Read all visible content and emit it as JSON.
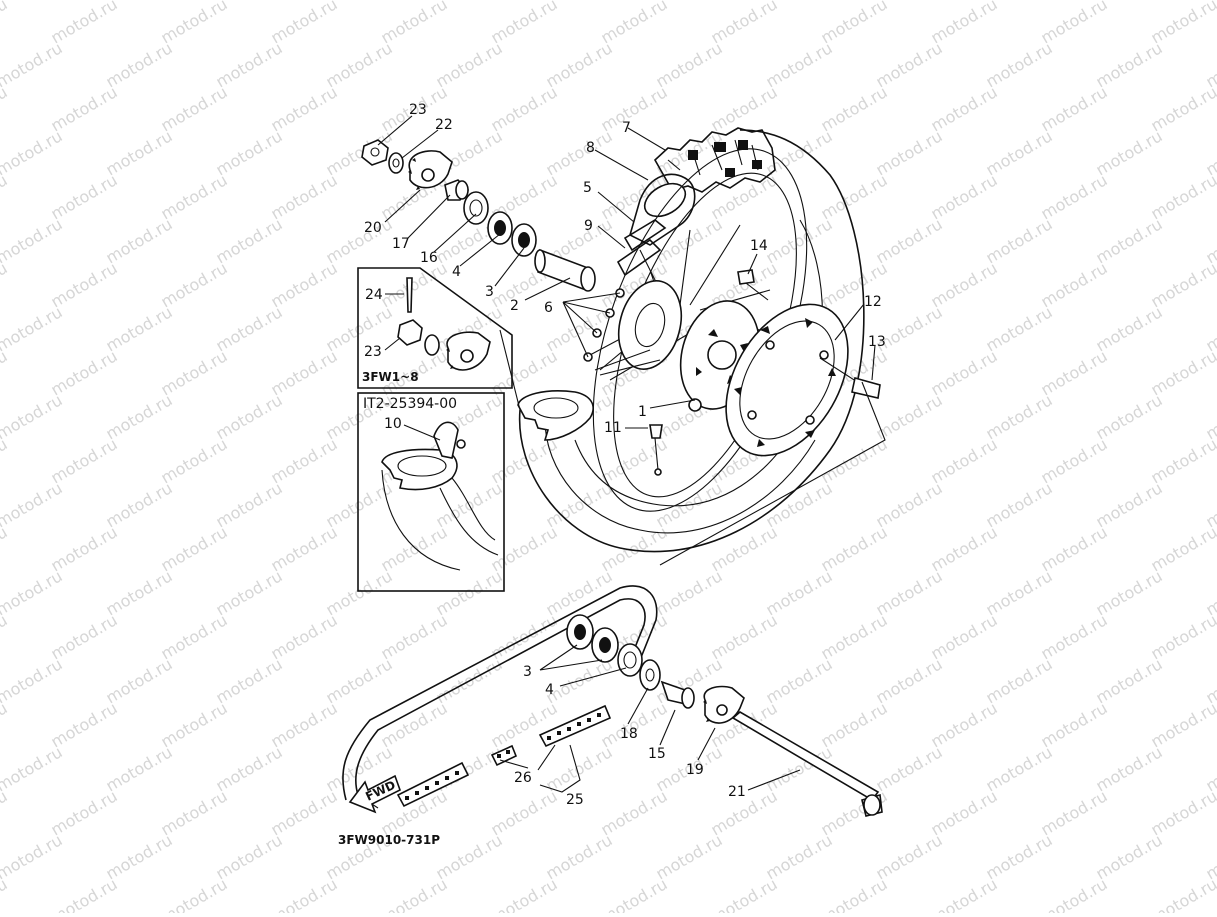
{
  "watermark": "motod.ru",
  "inset_top_caption": "3FW1~8",
  "inset_bottom_title": "IT2-25394-00",
  "part_code": "3FW9010-731P",
  "fwd_label": "FWD",
  "callouts": {
    "c1": "1",
    "c2": "2",
    "c3a": "3",
    "c3b": "3",
    "c4a": "4",
    "c4b": "4",
    "c5": "5",
    "c6": "6",
    "c7": "7",
    "c8": "8",
    "c9": "9",
    "c10": "10",
    "c11": "11",
    "c12": "12",
    "c13": "13",
    "c14": "14",
    "c15": "15",
    "c16": "16",
    "c17": "17",
    "c18": "18",
    "c19": "19",
    "c20": "20",
    "c21": "21",
    "c22": "22",
    "c23a": "23",
    "c23b": "23",
    "c24": "24",
    "c25": "25",
    "c26": "26"
  }
}
